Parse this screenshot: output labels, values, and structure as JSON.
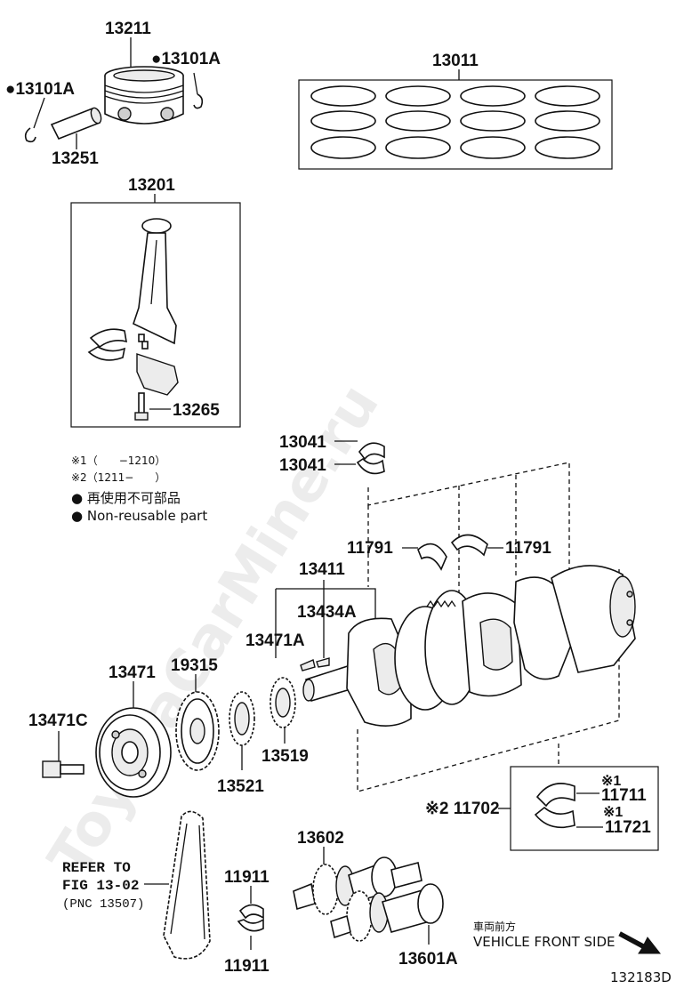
{
  "parts": {
    "p13211": "13211",
    "p13101a_right": "●13101A",
    "p13101a_left": "●13101A",
    "p13251": "13251",
    "p13011": "13011",
    "p13201": "13201",
    "p13265": "13265",
    "p13041_a": "13041",
    "p13041_b": "13041",
    "p11791_left": "11791",
    "p11791_right": "11791",
    "p13411": "13411",
    "p13434a": "13434A",
    "p13471a": "13471A",
    "p13471": "13471",
    "p19315": "19315",
    "p13471c": "13471C",
    "p13519": "13519",
    "p13521": "13521",
    "p11702": "※2 11702",
    "p11711": "11711",
    "p11721": "11721",
    "mark_11711": "※1",
    "mark_11721": "※1",
    "p13602": "13602",
    "p11911_top": "11911",
    "p11911_bottom": "11911",
    "p13601a": "13601A"
  },
  "legend": {
    "note1": "※1（　　−1210）",
    "note2": "※2（1211−　　）",
    "nonreusable_jp": "● 再使用不可部品",
    "nonreusable_en": "● Non-reusable part"
  },
  "refer": {
    "line1": "REFER TO",
    "line2": "FIG 13-02",
    "line3": "(PNC 13507)"
  },
  "direction": {
    "jp": "車両前方",
    "en": "VEHICLE FRONT SIDE"
  },
  "figure_id": "132183D",
  "watermark": "ToyotaCarMine.ru"
}
